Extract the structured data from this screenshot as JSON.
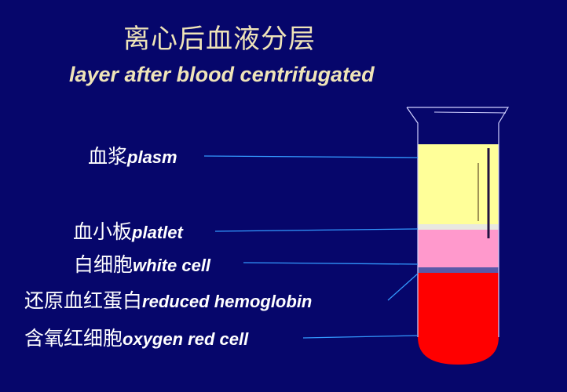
{
  "title": {
    "chinese": "离心后血液分层",
    "english": "layer after blood centrifugated"
  },
  "labels": [
    {
      "zh": "血浆",
      "en": "plasm"
    },
    {
      "zh": "血小板",
      "en": "platlet"
    },
    {
      "zh": "白细胞",
      "en": "white cell"
    },
    {
      "zh": "还原血红蛋白",
      "en": "reduced hemoglobin"
    },
    {
      "zh": "含氧红细胞",
      "en": "oxygen red cell"
    }
  ],
  "colors": {
    "background": "#06066b",
    "title": "#efe4b8",
    "plasma": "#ffff99",
    "platelet": "#e8e8e0",
    "white_cell": "#ff99cc",
    "reduced_hemoglobin": "#5a5aa8",
    "red_cell": "#ff0000",
    "leader_line": "#3399ff",
    "tube_outline": "#d0d0ff"
  }
}
